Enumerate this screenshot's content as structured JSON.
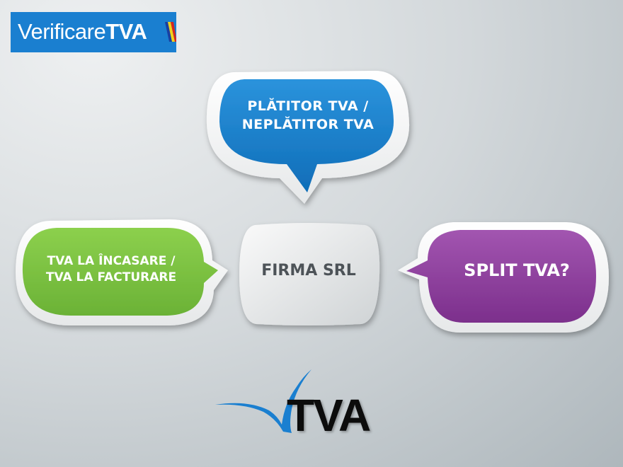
{
  "logo": {
    "name_regular": "Verificare",
    "name_bold": "TVA"
  },
  "bubbles": {
    "top": {
      "line1": "PLĂTITOR TVA /",
      "line2": "NEPLĂTITOR TVA"
    },
    "left": {
      "line1": "TVA LA ÎNCASARE /",
      "line2": "TVA LA FACTURARE"
    },
    "center": {
      "text": "FIRMA SRL"
    },
    "right": {
      "text": "SPLIT TVA?"
    }
  },
  "bottom_logo": {
    "text": "TVA"
  },
  "colors": {
    "blue": "#1a7fd0",
    "green": "#7dc443",
    "purple": "#8e3f9c",
    "grey": "#e4e6e7"
  }
}
